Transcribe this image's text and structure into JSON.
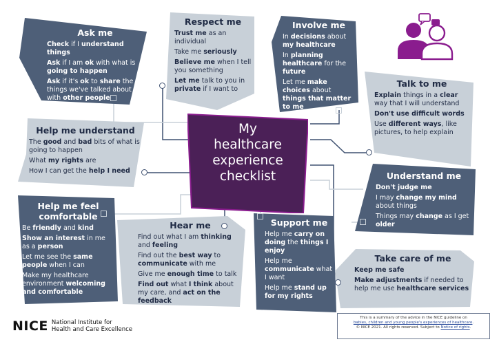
{
  "title": "My healthcare experience checklist",
  "colors": {
    "dark": "#4e5f78",
    "light": "#c8d0d8",
    "accent": "#4b2057",
    "purple": "#8a1c8e",
    "line": "#3f5170"
  },
  "icons": {
    "people": "people-talking-icon"
  },
  "cards": {
    "ask_me": {
      "title": "Ask me",
      "items": [
        [
          [
            "b",
            "Check"
          ],
          [
            "",
            " if I "
          ],
          [
            "b",
            "understand things"
          ]
        ],
        [
          [
            "b",
            "Ask"
          ],
          [
            "",
            " if I am "
          ],
          [
            "b",
            "ok"
          ],
          [
            "",
            " with what is "
          ],
          [
            "b",
            "going to happen"
          ]
        ],
        [
          [
            "b",
            "Ask"
          ],
          [
            "",
            " if it's "
          ],
          [
            "b",
            "ok"
          ],
          [
            "",
            " to "
          ],
          [
            "b",
            "share"
          ],
          [
            "",
            " the things we've talked about with "
          ],
          [
            "b",
            "other people"
          ]
        ]
      ]
    },
    "respect_me": {
      "title": "Respect me",
      "items": [
        [
          [
            "b",
            "Trust me"
          ],
          [
            "",
            " as an individual"
          ]
        ],
        [
          [
            "",
            "Take me "
          ],
          [
            "b",
            "seriously"
          ]
        ],
        [
          [
            "b",
            "Believe me"
          ],
          [
            "",
            " when I tell you something"
          ]
        ],
        [
          [
            "b",
            "Let me"
          ],
          [
            "",
            " talk to you in "
          ],
          [
            "b",
            "private"
          ],
          [
            "",
            " if I want to"
          ]
        ]
      ]
    },
    "involve_me": {
      "title": "Involve me",
      "items": [
        [
          [
            "",
            "In "
          ],
          [
            "b",
            "decisions"
          ],
          [
            "",
            " about "
          ],
          [
            "b",
            "my healthcare"
          ]
        ],
        [
          [
            "",
            "In "
          ],
          [
            "b",
            "planning healthcare"
          ],
          [
            "",
            " for the "
          ],
          [
            "b",
            "future"
          ]
        ],
        [
          [
            "",
            "Let me "
          ],
          [
            "b",
            "make choices"
          ],
          [
            "",
            " about "
          ],
          [
            "b",
            "things that matter to me"
          ]
        ]
      ]
    },
    "talk_to_me": {
      "title": "Talk to me",
      "items": [
        [
          [
            "b",
            "Explain"
          ],
          [
            "",
            " things in a "
          ],
          [
            "b",
            "clear"
          ],
          [
            "",
            " way that I will understand"
          ]
        ],
        [
          [
            "b",
            "Don't use difficult words"
          ]
        ],
        [
          [
            "",
            "Use "
          ],
          [
            "b",
            "different ways"
          ],
          [
            "",
            ", like pictures, to help explain"
          ]
        ]
      ]
    },
    "help_me_understand": {
      "title": "Help me understand",
      "items": [
        [
          [
            "",
            "The "
          ],
          [
            "b",
            "good"
          ],
          [
            "",
            " and "
          ],
          [
            "b",
            "bad"
          ],
          [
            "",
            " bits of what is going to happen"
          ]
        ],
        [
          [
            "",
            "What "
          ],
          [
            "b",
            "my rights"
          ],
          [
            "",
            " are"
          ]
        ],
        [
          [
            "",
            "How I can get the "
          ],
          [
            "b",
            "help I need"
          ]
        ]
      ]
    },
    "understand_me": {
      "title": "Understand me",
      "items": [
        [
          [
            "b",
            "Don't judge me"
          ]
        ],
        [
          [
            "",
            "I may "
          ],
          [
            "b",
            "change my mind"
          ],
          [
            "",
            " about things"
          ]
        ],
        [
          [
            "",
            "Things may "
          ],
          [
            "b",
            "change"
          ],
          [
            "",
            " as I get "
          ],
          [
            "b",
            "older"
          ]
        ]
      ]
    },
    "help_me_feel": {
      "title": "Help me feel comfortable",
      "items": [
        [
          [
            "",
            "Be "
          ],
          [
            "b",
            "friendly"
          ],
          [
            "",
            " and "
          ],
          [
            "b",
            "kind"
          ]
        ],
        [
          [
            "b",
            "Show an interest"
          ],
          [
            "",
            " in me as a "
          ],
          [
            "b",
            "person"
          ]
        ],
        [
          [
            "",
            "Let me see the "
          ],
          [
            "b",
            "same people"
          ],
          [
            "",
            " when I can"
          ]
        ],
        [
          [
            "",
            "Make my healthcare environment "
          ],
          [
            "b",
            "welcoming and comfortable"
          ]
        ]
      ]
    },
    "hear_me": {
      "title": "Hear me",
      "items": [
        [
          [
            "",
            "Find out what I am "
          ],
          [
            "b",
            "thinking"
          ],
          [
            "",
            " and "
          ],
          [
            "b",
            "feeling"
          ]
        ],
        [
          [
            "",
            "Find out the "
          ],
          [
            "b",
            "best way"
          ],
          [
            "",
            " to "
          ],
          [
            "b",
            "communicate"
          ],
          [
            "",
            " with me"
          ]
        ],
        [
          [
            "",
            "Give me "
          ],
          [
            "b",
            "enough time"
          ],
          [
            "",
            " to talk"
          ]
        ],
        [
          [
            "b",
            "Find out"
          ],
          [
            "",
            " what "
          ],
          [
            "b",
            "I think"
          ],
          [
            "",
            " about my care, and "
          ],
          [
            "b",
            "act on the feedback"
          ]
        ]
      ]
    },
    "support_me": {
      "title": "Support me",
      "items": [
        [
          [
            "",
            "Help me "
          ],
          [
            "b",
            "carry on doing"
          ],
          [
            "",
            " the "
          ],
          [
            "b",
            "things I enjoy"
          ]
        ],
        [
          [
            "",
            "Help me "
          ],
          [
            "b",
            "communicate"
          ],
          [
            "",
            " what I want"
          ]
        ],
        [
          [
            "",
            "Help me "
          ],
          [
            "b",
            "stand up for my rights"
          ]
        ]
      ]
    },
    "take_care": {
      "title": "Take care of me",
      "items": [
        [
          [
            "b",
            "Keep me safe"
          ]
        ],
        [
          [
            "b",
            "Make adjustments"
          ],
          [
            "",
            " if needed to help me use "
          ],
          [
            "b",
            "healthcare services"
          ]
        ]
      ]
    }
  },
  "footer": {
    "line1": "This is a summary of the advice in the NICE guideline on",
    "link1": "babies, children and young people's experiences of healthcare",
    "line2": "© NICE 2021. All rights reserved. Subject to",
    "link2": "Notice of rights"
  },
  "logo": {
    "word": "NICE",
    "name_line1": "National Institute for",
    "name_line2": "Health and Care Excellence"
  }
}
